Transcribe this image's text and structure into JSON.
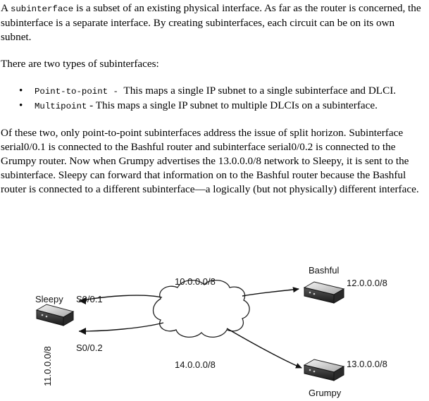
{
  "paragraph1": {
    "pre": "A ",
    "code": "subinterface",
    "post": " is a subset of an existing physical interface. As far as the router is concerned, the subinterface is a separate interface. By creating subinterfaces, each circuit can be on its own subnet."
  },
  "paragraph2": "There are two types of subinterfaces:",
  "bullets": [
    {
      "code": "Point-to-point",
      "dash": " - ",
      "text": " This maps a single IP subnet to a single subinterface and DLCI."
    },
    {
      "code": "Multipoint",
      "dash": " - ",
      "text": "This maps a single IP subnet to multiple DLCIs on a subinterface."
    }
  ],
  "paragraph3": "Of these two, only point-to-point subinterfaces address the issue of split horizon. Subinterface serial0/0.1 is connected to the Bashful router and subinterface serial0/0.2 is connected to the Grumpy router. Now when Grumpy advertises the 13.0.0.0/8 network to Sleepy, it is sent to the subinterface. Sleepy can forward that information on to the Bashful router because the Bashful router is connected to a different subinterface—a logically (but not physically) different interface.",
  "diagram": {
    "sleepy_label": "Sleepy",
    "s001_label": "S0/0.1",
    "s002_label": "S0/0.2",
    "sleepy_net": "11.0.0.0/8",
    "bashful_label": "Bashful",
    "bashful_net": "12.0.0.0/8",
    "grumpy_label": "Grumpy",
    "grumpy_net": "13.0.0.0/8",
    "top_link_net": "10.0.0.0/8",
    "bottom_link_net": "14.0.0.0/8"
  }
}
